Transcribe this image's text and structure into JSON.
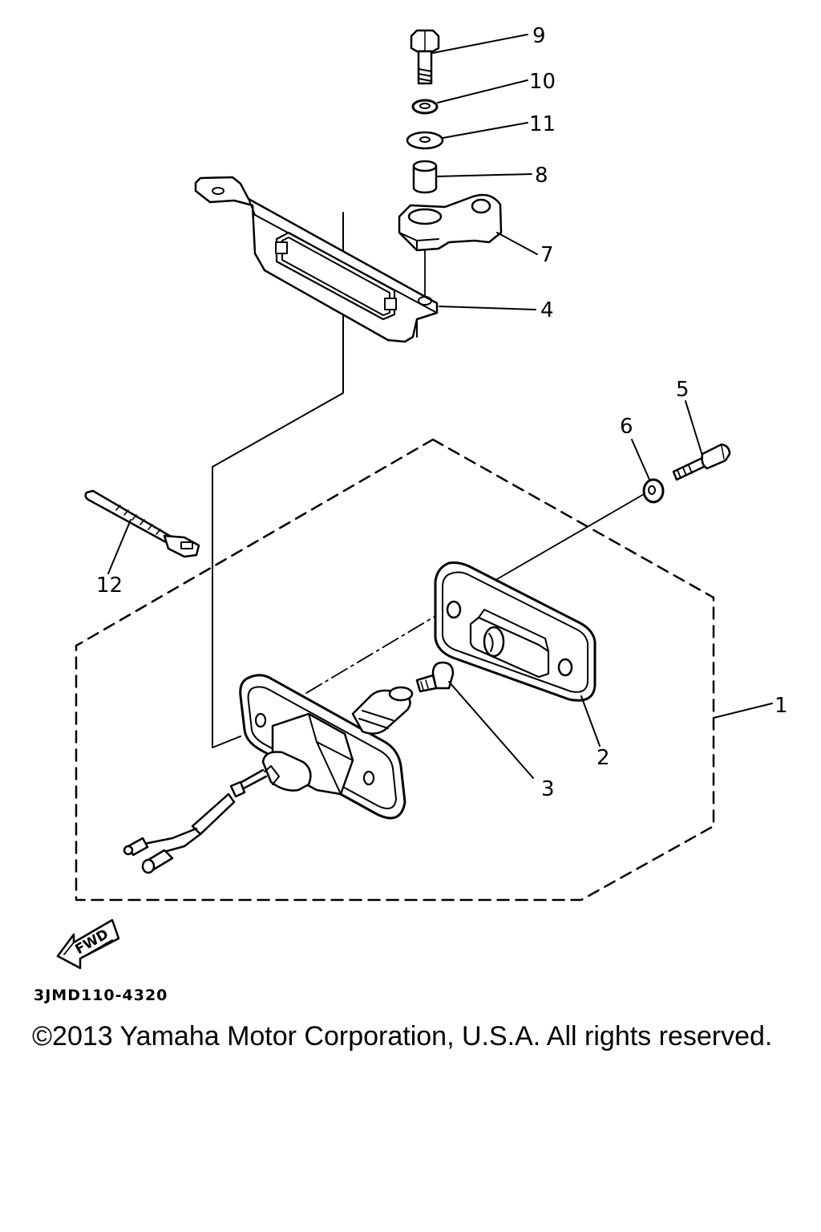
{
  "callouts": {
    "c1": "1",
    "c2": "2",
    "c3": "3",
    "c4": "4",
    "c5": "5",
    "c6": "6",
    "c7": "7",
    "c8": "8",
    "c9": "9",
    "c10": "10",
    "c11": "11",
    "c12": "12"
  },
  "fwd_label": "FWD",
  "diagram_code": "3JMD110-4320",
  "copyright": "©2013 Yamaha Motor Corporation, U.S.A. All rights reserved.",
  "colors": {
    "ink": "#000000",
    "paper": "#ffffff"
  }
}
